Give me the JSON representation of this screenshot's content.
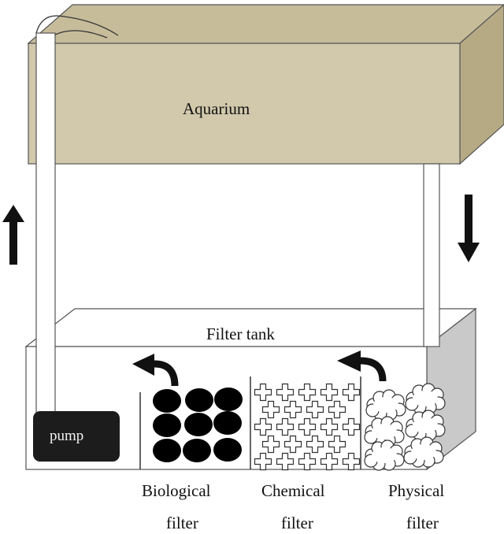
{
  "labels": {
    "aquarium": "Aquarium",
    "filter_tank": "Filter tank",
    "pump": "pump",
    "biological_line1": "Biological",
    "biological_line2": "filter",
    "chemical_line1": "Chemical",
    "chemical_line2": "filter",
    "physical_line1": "Physical",
    "physical_line2": "filter"
  },
  "colors": {
    "aquarium_front": "#d2c8ac",
    "aquarium_top": "#c7bc9a",
    "aquarium_side": "#b6aa85",
    "tank_side": "#c9c9c9",
    "pump": "#1c1c1c",
    "arrow": "#111111"
  },
  "icons": {
    "up_arrow": "arrow-up-icon",
    "down_arrow": "arrow-down-icon",
    "curved_arrow": "curved-arrow-icon"
  }
}
